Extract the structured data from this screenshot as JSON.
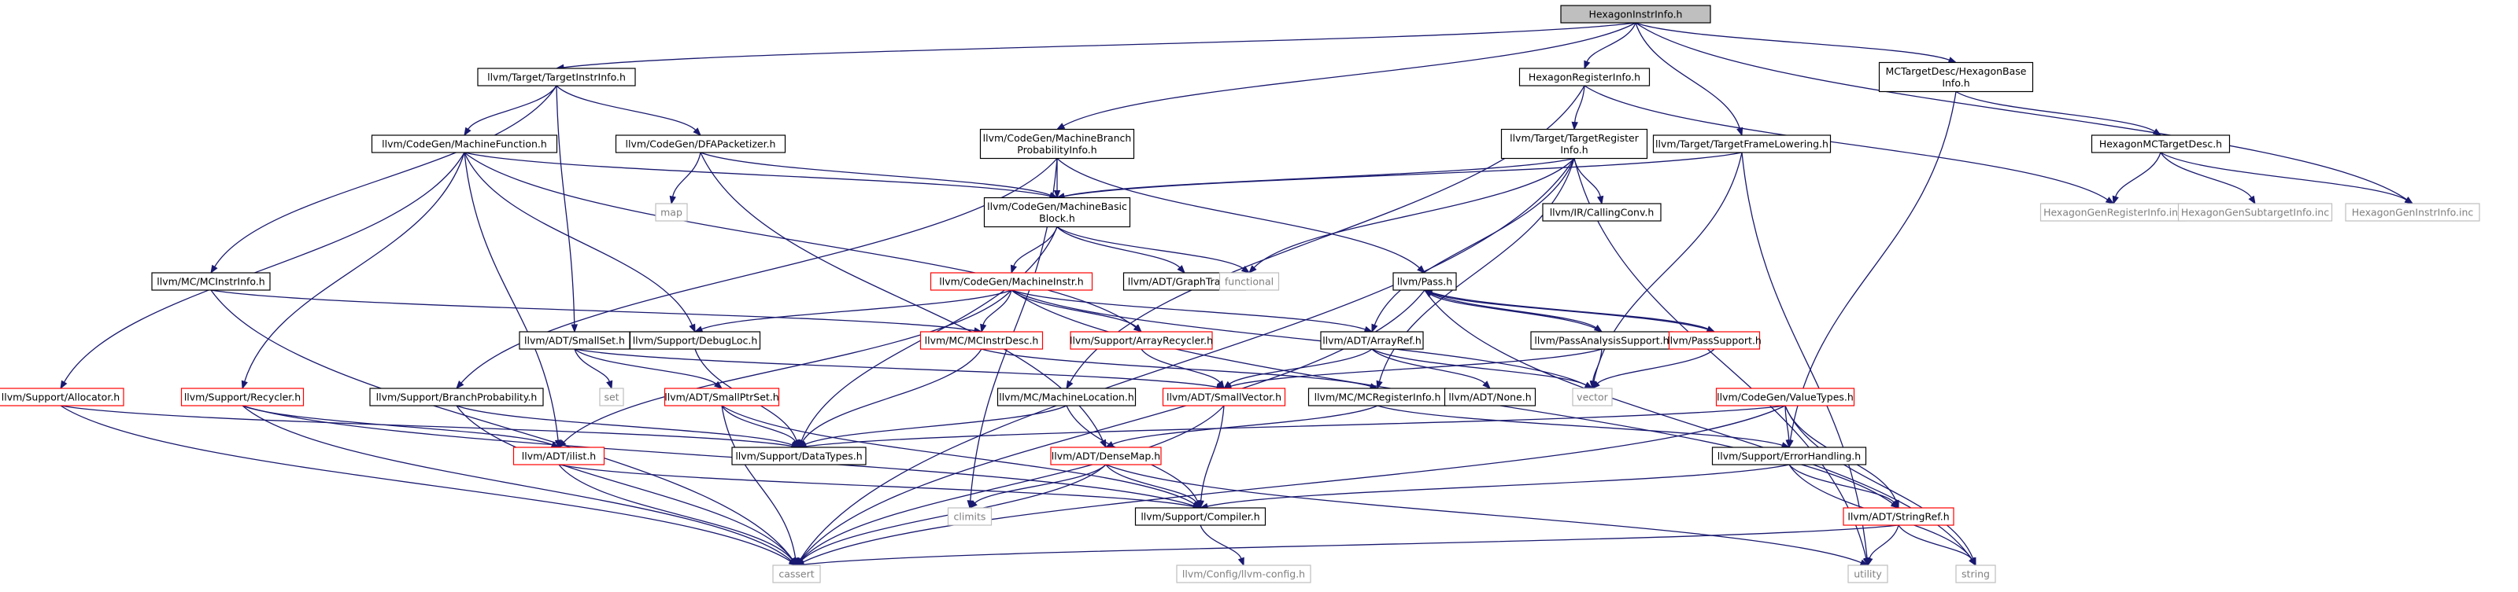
{
  "colors": {
    "edge": "#191970",
    "node_border_default": "#000000",
    "node_border_red": "#ff0000",
    "node_border_gray": "#bfbfbf",
    "node_fill_root": "#bfbfbf",
    "node_fill_default": "#ffffff",
    "text_default": "#000000",
    "text_gray": "#7f7f7f"
  },
  "nodes": [
    {
      "id": "root",
      "lines": [
        "HexagonInstrInfo.h"
      ],
      "style": "root"
    },
    {
      "id": "tii",
      "lines": [
        "llvm/Target/TargetInstrInfo.h"
      ],
      "style": "default"
    },
    {
      "id": "hri",
      "lines": [
        "HexagonRegisterInfo.h"
      ],
      "style": "default"
    },
    {
      "id": "mchbd",
      "lines": [
        "MCTargetDesc/HexagonBase",
        "Info.h"
      ],
      "style": "default"
    },
    {
      "id": "mbpi",
      "lines": [
        "llvm/CodeGen/MachineBranch",
        "ProbabilityInfo.h"
      ],
      "style": "default"
    },
    {
      "id": "tri",
      "lines": [
        "llvm/Target/TargetRegister",
        "Info.h"
      ],
      "style": "default"
    },
    {
      "id": "tfl",
      "lines": [
        "llvm/Target/TargetFrameLowering.h"
      ],
      "style": "default"
    },
    {
      "id": "mf",
      "lines": [
        "llvm/CodeGen/MachineFunction.h"
      ],
      "style": "default"
    },
    {
      "id": "dfa",
      "lines": [
        "llvm/CodeGen/DFAPacketizer.h"
      ],
      "style": "default"
    },
    {
      "id": "hmctd",
      "lines": [
        "HexagonMCTargetDesc.h"
      ],
      "style": "default"
    },
    {
      "id": "mbb",
      "lines": [
        "llvm/CodeGen/MachineBasic",
        "Block.h"
      ],
      "style": "default"
    },
    {
      "id": "map",
      "lines": [
        "map"
      ],
      "style": "gray"
    },
    {
      "id": "cc",
      "lines": [
        "llvm/IR/CallingConv.h"
      ],
      "style": "default"
    },
    {
      "id": "hrinc",
      "lines": [
        "HexagonGenRegisterInfo.inc"
      ],
      "style": "gray"
    },
    {
      "id": "hsinc",
      "lines": [
        "HexagonGenSubtargetInfo.inc"
      ],
      "style": "gray"
    },
    {
      "id": "hiinc",
      "lines": [
        "HexagonGenInstrInfo.inc"
      ],
      "style": "gray"
    },
    {
      "id": "mcii",
      "lines": [
        "llvm/MC/MCInstrInfo.h"
      ],
      "style": "default"
    },
    {
      "id": "mi",
      "lines": [
        "llvm/CodeGen/MachineInstr.h"
      ],
      "style": "red"
    },
    {
      "id": "gt",
      "lines": [
        "llvm/ADT/GraphTraits.h"
      ],
      "style": "default"
    },
    {
      "id": "functional",
      "lines": [
        "functional"
      ],
      "style": "gray"
    },
    {
      "id": "pass",
      "lines": [
        "llvm/Pass.h"
      ],
      "style": "default"
    },
    {
      "id": "smallset",
      "lines": [
        "llvm/ADT/SmallSet.h"
      ],
      "style": "default"
    },
    {
      "id": "debugloc",
      "lines": [
        "llvm/Support/DebugLoc.h"
      ],
      "style": "default"
    },
    {
      "id": "mcid",
      "lines": [
        "llvm/MC/MCInstrDesc.h"
      ],
      "style": "red"
    },
    {
      "id": "ar",
      "lines": [
        "llvm/Support/ArrayRecycler.h"
      ],
      "style": "red"
    },
    {
      "id": "arrayref",
      "lines": [
        "llvm/ADT/ArrayRef.h"
      ],
      "style": "default"
    },
    {
      "id": "pas",
      "lines": [
        "llvm/PassAnalysisSupport.h"
      ],
      "style": "default"
    },
    {
      "id": "passsupport",
      "lines": [
        "llvm/PassSupport.h"
      ],
      "style": "red"
    },
    {
      "id": "allocator",
      "lines": [
        "llvm/Support/Allocator.h"
      ],
      "style": "red"
    },
    {
      "id": "recycler",
      "lines": [
        "llvm/Support/Recycler.h"
      ],
      "style": "red"
    },
    {
      "id": "bp",
      "lines": [
        "llvm/Support/BranchProbability.h"
      ],
      "style": "default"
    },
    {
      "id": "set",
      "lines": [
        "set"
      ],
      "style": "gray"
    },
    {
      "id": "sps",
      "lines": [
        "llvm/ADT/SmallPtrSet.h"
      ],
      "style": "red"
    },
    {
      "id": "mcloc",
      "lines": [
        "llvm/MC/MachineLocation.h"
      ],
      "style": "default"
    },
    {
      "id": "sv",
      "lines": [
        "llvm/ADT/SmallVector.h"
      ],
      "style": "red"
    },
    {
      "id": "mcri",
      "lines": [
        "llvm/MC/MCRegisterInfo.h"
      ],
      "style": "default"
    },
    {
      "id": "none",
      "lines": [
        "llvm/ADT/None.h"
      ],
      "style": "default"
    },
    {
      "id": "vector",
      "lines": [
        "vector"
      ],
      "style": "gray"
    },
    {
      "id": "vt",
      "lines": [
        "llvm/CodeGen/ValueTypes.h"
      ],
      "style": "red"
    },
    {
      "id": "datatypes",
      "lines": [
        "llvm/Support/DataTypes.h"
      ],
      "style": "default"
    },
    {
      "id": "ilist",
      "lines": [
        "llvm/ADT/ilist.h"
      ],
      "style": "red"
    },
    {
      "id": "densemap",
      "lines": [
        "llvm/ADT/DenseMap.h"
      ],
      "style": "red"
    },
    {
      "id": "eh",
      "lines": [
        "llvm/Support/ErrorHandling.h"
      ],
      "style": "default"
    },
    {
      "id": "climits",
      "lines": [
        "climits"
      ],
      "style": "gray"
    },
    {
      "id": "compiler",
      "lines": [
        "llvm/Support/Compiler.h"
      ],
      "style": "default"
    },
    {
      "id": "stringref",
      "lines": [
        "llvm/ADT/StringRef.h"
      ],
      "style": "red"
    },
    {
      "id": "cassert",
      "lines": [
        "cassert"
      ],
      "style": "gray"
    },
    {
      "id": "llvmconfig",
      "lines": [
        "llvm/Config/llvm-config.h"
      ],
      "style": "gray"
    },
    {
      "id": "utility",
      "lines": [
        "utility"
      ],
      "style": "gray"
    },
    {
      "id": "string",
      "lines": [
        "string"
      ],
      "style": "gray"
    }
  ],
  "edges": [
    [
      "root",
      "tii"
    ],
    [
      "root",
      "hri"
    ],
    [
      "root",
      "mchbd"
    ],
    [
      "root",
      "mbpi"
    ],
    [
      "root",
      "tfl"
    ],
    [
      "root",
      "hiinc"
    ],
    [
      "tii",
      "mf"
    ],
    [
      "tii",
      "dfa"
    ],
    [
      "tii",
      "mcii"
    ],
    [
      "tii",
      "smallset"
    ],
    [
      "hri",
      "tri"
    ],
    [
      "hri",
      "hrinc"
    ],
    [
      "hri",
      "mcloc"
    ],
    [
      "mchbd",
      "hmctd"
    ],
    [
      "mchbd",
      "eh"
    ],
    [
      "hmctd",
      "hrinc"
    ],
    [
      "hmctd",
      "hsinc"
    ],
    [
      "hmctd",
      "hiinc"
    ],
    [
      "mbpi",
      "mbb"
    ],
    [
      "mbpi",
      "pass"
    ],
    [
      "mbpi",
      "bp"
    ],
    [
      "mbpi",
      "climits"
    ],
    [
      "tri",
      "mbb"
    ],
    [
      "tri",
      "cc"
    ],
    [
      "tri",
      "functional"
    ],
    [
      "tri",
      "arrayref"
    ],
    [
      "tri",
      "mcri"
    ],
    [
      "tri",
      "cassert"
    ],
    [
      "tri",
      "utility"
    ],
    [
      "tfl",
      "mbb"
    ],
    [
      "tfl",
      "vector"
    ],
    [
      "tfl",
      "utility"
    ],
    [
      "mf",
      "mbb"
    ],
    [
      "mf",
      "allocator"
    ],
    [
      "mf",
      "recycler"
    ],
    [
      "mf",
      "debugloc"
    ],
    [
      "mf",
      "ar"
    ],
    [
      "mf",
      "ilist"
    ],
    [
      "dfa",
      "mbb"
    ],
    [
      "dfa",
      "map"
    ],
    [
      "dfa",
      "densemap"
    ],
    [
      "mbb",
      "mi"
    ],
    [
      "mbb",
      "gt"
    ],
    [
      "mbb",
      "functional"
    ],
    [
      "mbb",
      "datatypes"
    ],
    [
      "mcii",
      "mcid"
    ],
    [
      "mcii",
      "cassert"
    ],
    [
      "mi",
      "debugloc"
    ],
    [
      "mi",
      "mcid"
    ],
    [
      "mi",
      "ar"
    ],
    [
      "mi",
      "arrayref"
    ],
    [
      "mi",
      "ilist"
    ],
    [
      "mi",
      "stringref"
    ],
    [
      "mi",
      "vector"
    ],
    [
      "pass",
      "pas"
    ],
    [
      "pass",
      "passsupport"
    ],
    [
      "pass",
      "string"
    ],
    [
      "pass",
      "cassert"
    ],
    [
      "pas",
      "pass"
    ],
    [
      "pas",
      "sv"
    ],
    [
      "pas",
      "vector"
    ],
    [
      "passsupport",
      "pass"
    ],
    [
      "passsupport",
      "vector"
    ],
    [
      "smallset",
      "sv"
    ],
    [
      "smallset",
      "sps"
    ],
    [
      "smallset",
      "set"
    ],
    [
      "debugloc",
      "datatypes"
    ],
    [
      "mcid",
      "datatypes"
    ],
    [
      "mcid",
      "mcri"
    ],
    [
      "ar",
      "sv"
    ],
    [
      "arrayref",
      "sv"
    ],
    [
      "arrayref",
      "none"
    ],
    [
      "arrayref",
      "vector"
    ],
    [
      "allocator",
      "datatypes"
    ],
    [
      "allocator",
      "cassert"
    ],
    [
      "recycler",
      "ilist"
    ],
    [
      "recycler",
      "cassert"
    ],
    [
      "recycler",
      "compiler"
    ],
    [
      "bp",
      "datatypes"
    ],
    [
      "bp",
      "cassert"
    ],
    [
      "sps",
      "datatypes"
    ],
    [
      "sps",
      "compiler"
    ],
    [
      "sps",
      "cassert"
    ],
    [
      "mcloc",
      "datatypes"
    ],
    [
      "mcloc",
      "compiler"
    ],
    [
      "sv",
      "compiler"
    ],
    [
      "sv",
      "cassert"
    ],
    [
      "mcri",
      "eh"
    ],
    [
      "mcri",
      "densemap"
    ],
    [
      "vt",
      "eh"
    ],
    [
      "vt",
      "datatypes"
    ],
    [
      "vt",
      "stringref"
    ],
    [
      "vt",
      "cassert"
    ],
    [
      "vt",
      "string"
    ],
    [
      "ilist",
      "cassert"
    ],
    [
      "ilist",
      "compiler"
    ],
    [
      "densemap",
      "compiler"
    ],
    [
      "densemap",
      "climits"
    ],
    [
      "densemap",
      "cassert"
    ],
    [
      "densemap",
      "utility"
    ],
    [
      "eh",
      "compiler"
    ],
    [
      "eh",
      "stringref"
    ],
    [
      "eh",
      "string"
    ],
    [
      "compiler",
      "llvmconfig"
    ],
    [
      "stringref",
      "cassert"
    ],
    [
      "stringref",
      "utility"
    ],
    [
      "stringref",
      "string"
    ]
  ]
}
